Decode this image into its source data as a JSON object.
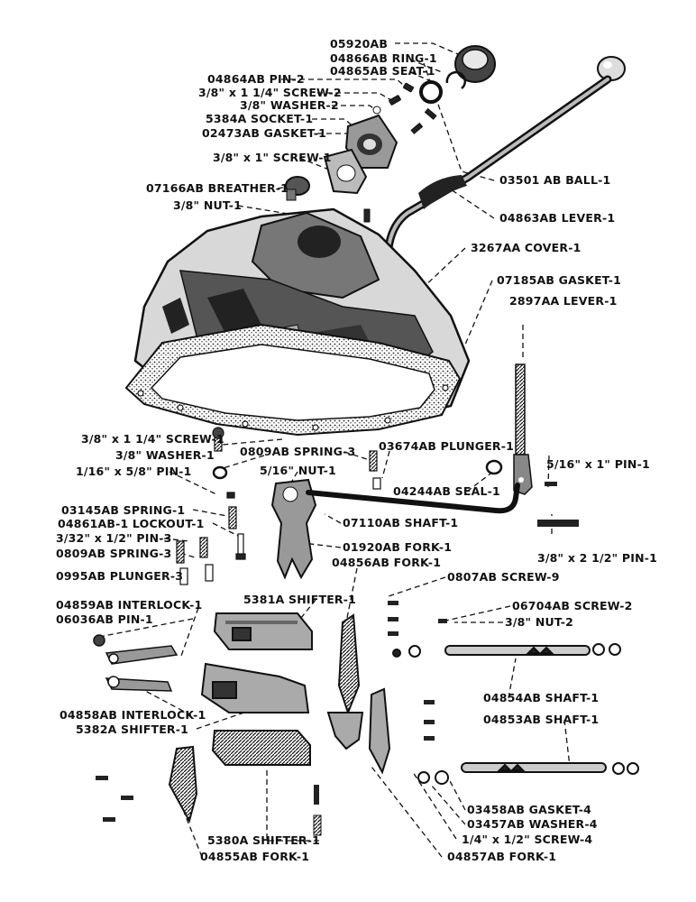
{
  "labels": {
    "l05920": "05920AB",
    "l04866": "04866AB RING-1",
    "l04865": "04865AB SEAT-1",
    "l04864": "04864AB  PIN-2",
    "l_screw2": "3/8\" x 1 1/4\" SCREW-2",
    "l_washer2": "3/8\" WASHER-2",
    "l5384": "5384A SOCKET-1",
    "l02473": "02473AB GASKET-1",
    "l_screw1a": "3/8\" x 1\" SCREW-1",
    "l07166": "07166AB BREATHER-1",
    "l_nut1a": "3/8\" NUT-1",
    "l03501": "03501 AB BALL-1",
    "l04863": "04863AB LEVER-1",
    "l3267": "3267AA COVER-1",
    "l07185": "07185AB GASKET-1",
    "l2897": "2897AA LEVER-1",
    "l_screw1b": "3/8\" x 1 1/4\" SCREW-1",
    "l_washer1": "3/8\" WASHER-1",
    "l_pin1a": "1/16\" x 5/8\"  PIN-1",
    "l0809_3a": "0809AB SPRING-3",
    "l03674": "03674AB PLUNGER-1",
    "l_nut1b": "5/16\" NUT-1",
    "l04244": "04244AB SEAL-1",
    "l_pin1b": "5/16\" x 1\" PIN-1",
    "l03145": "03145AB SPRING-1",
    "l04861": "04861AB-1 LOCKOUT-1",
    "l_pin3": "3/32\" x 1/2\" PIN-3",
    "l0809_3b": "0809AB SPRING-3",
    "l07110": "07110AB SHAFT-1",
    "l01920": "01920AB FORK-1",
    "l_pin1c": "3/8\" x 2 1/2\" PIN-1",
    "l0995": "0995AB PLUNGER-3",
    "l04856": "04856AB FORK-1",
    "l0807": "0807AB SCREW-9",
    "l04859": "04859AB INTERLOCK-1",
    "l06036": "06036AB PIN-1",
    "l5381": "5381A SHIFTER-1",
    "l06704": "06704AB SCREW-2",
    "l_nut2": "3/8\" NUT-2",
    "l04854": "04854AB SHAFT-1",
    "l04858": "04858AB INTERLOCK-1",
    "l5382": "5382A SHIFTER-1",
    "l04853": "04853AB SHAFT-1",
    "l03458": "03458AB GASKET-4",
    "l03457": "03457AB WASHER-4",
    "l_screw4": "1/4\" x 1/2\" SCREW-4",
    "l5380": "5380A SHIFTER-1",
    "l04855": "04855AB FORK-1",
    "l04857": "04857AB FORK-1"
  }
}
